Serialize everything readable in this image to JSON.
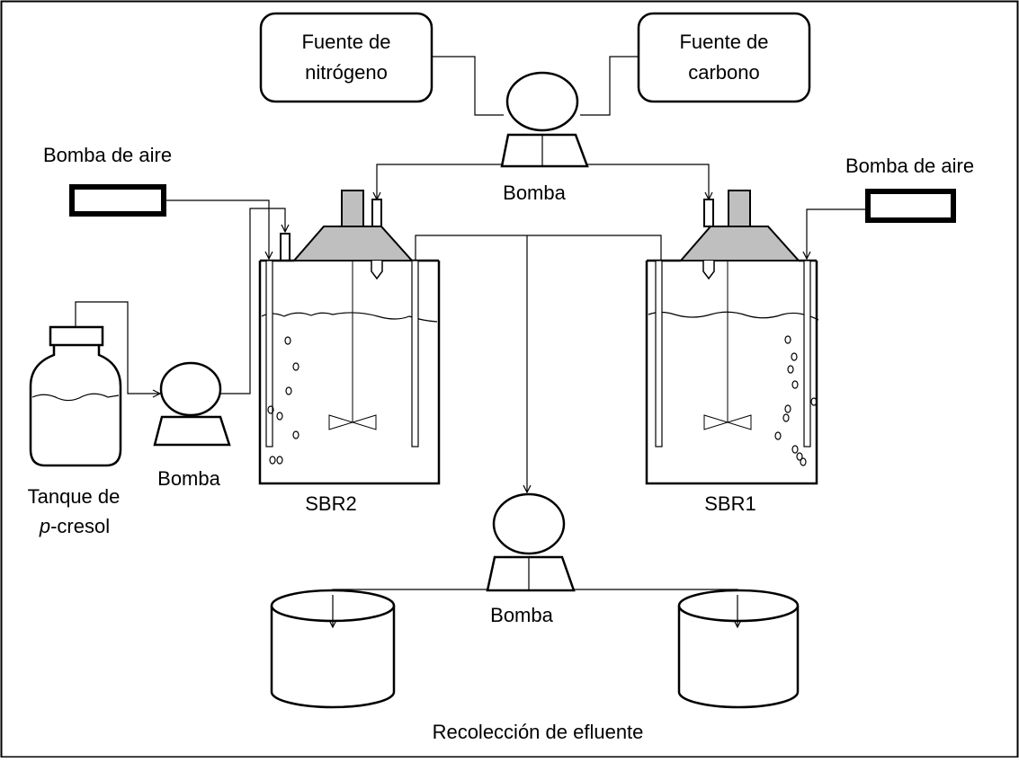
{
  "labels": {
    "nitrogen_source_line1": "Fuente de",
    "nitrogen_source_line2": "nitrógeno",
    "carbon_source_line1": "Fuente de",
    "carbon_source_line2": "carbono",
    "top_pump": "Bomba",
    "air_pump_left": "Bomba de aire",
    "air_pump_right": "Bomba de aire",
    "left_pump": "Bomba",
    "tank_line1": "Tanque de",
    "tank_line2_italic": "p",
    "tank_line2_rest": "-cresol",
    "reactor_left": "SBR2",
    "reactor_right": "SBR1",
    "bottom_pump": "Bomba",
    "effluent": "Recolección de efluente"
  },
  "colors": {
    "line": "#000000",
    "reactor_lid": "#bfbfbf",
    "background": "#ffffff"
  }
}
